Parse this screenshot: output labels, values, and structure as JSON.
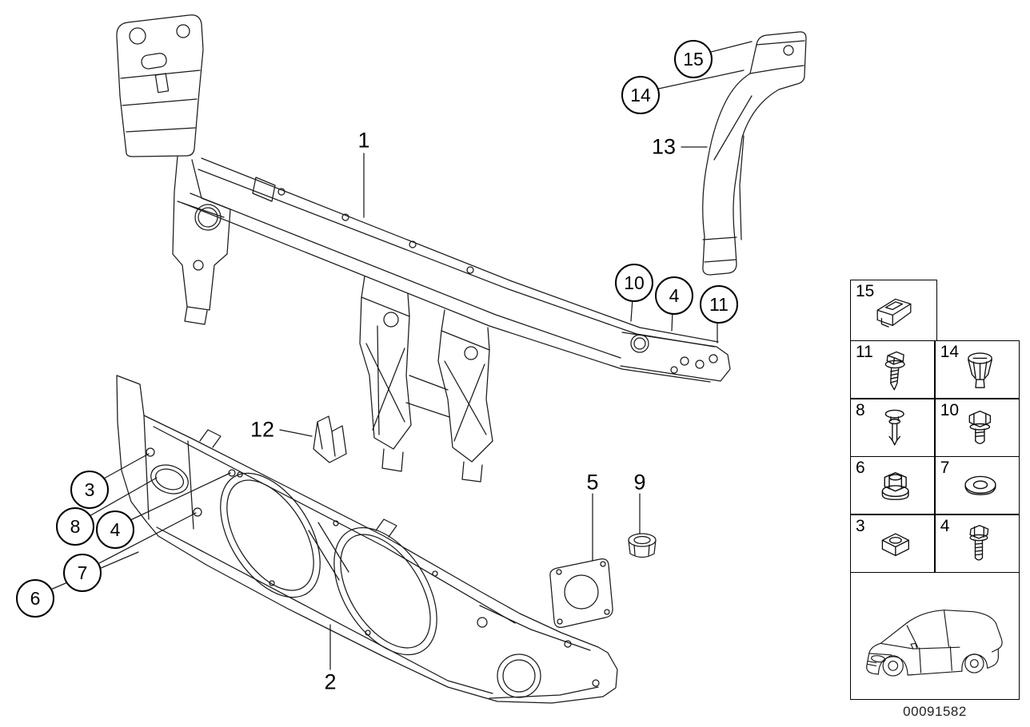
{
  "page": {
    "doc_number": "00091582",
    "background_color": "#ffffff",
    "line_color": "#1a1a1a"
  },
  "callouts": {
    "c1": "1",
    "c2": "2",
    "c3": "3",
    "c4_upper": "4",
    "c4_left": "4",
    "c5": "5",
    "c6": "6",
    "c7": "7",
    "c8": "8",
    "c9": "9",
    "c10": "10",
    "c11": "11",
    "c12": "12",
    "c13": "13",
    "c14": "14",
    "c15": "15"
  },
  "legend": {
    "cells": {
      "k15": {
        "label": "15",
        "icon": "sheet-metal-clip-icon"
      },
      "k11": {
        "label": "11",
        "icon": "self-tapping-screw-icon"
      },
      "k14": {
        "label": "14",
        "icon": "plastic-expanding-nut-icon"
      },
      "k8": {
        "label": "8",
        "icon": "expansion-rivet-icon"
      },
      "k10": {
        "label": "10",
        "icon": "hex-head-bolt-short-icon"
      },
      "k6": {
        "label": "6",
        "icon": "flange-nut-icon"
      },
      "k7": {
        "label": "7",
        "icon": "washer-icon"
      },
      "k3": {
        "label": "3",
        "icon": "square-nut-icon"
      },
      "k4": {
        "label": "4",
        "icon": "hex-bolt-icon"
      }
    }
  }
}
